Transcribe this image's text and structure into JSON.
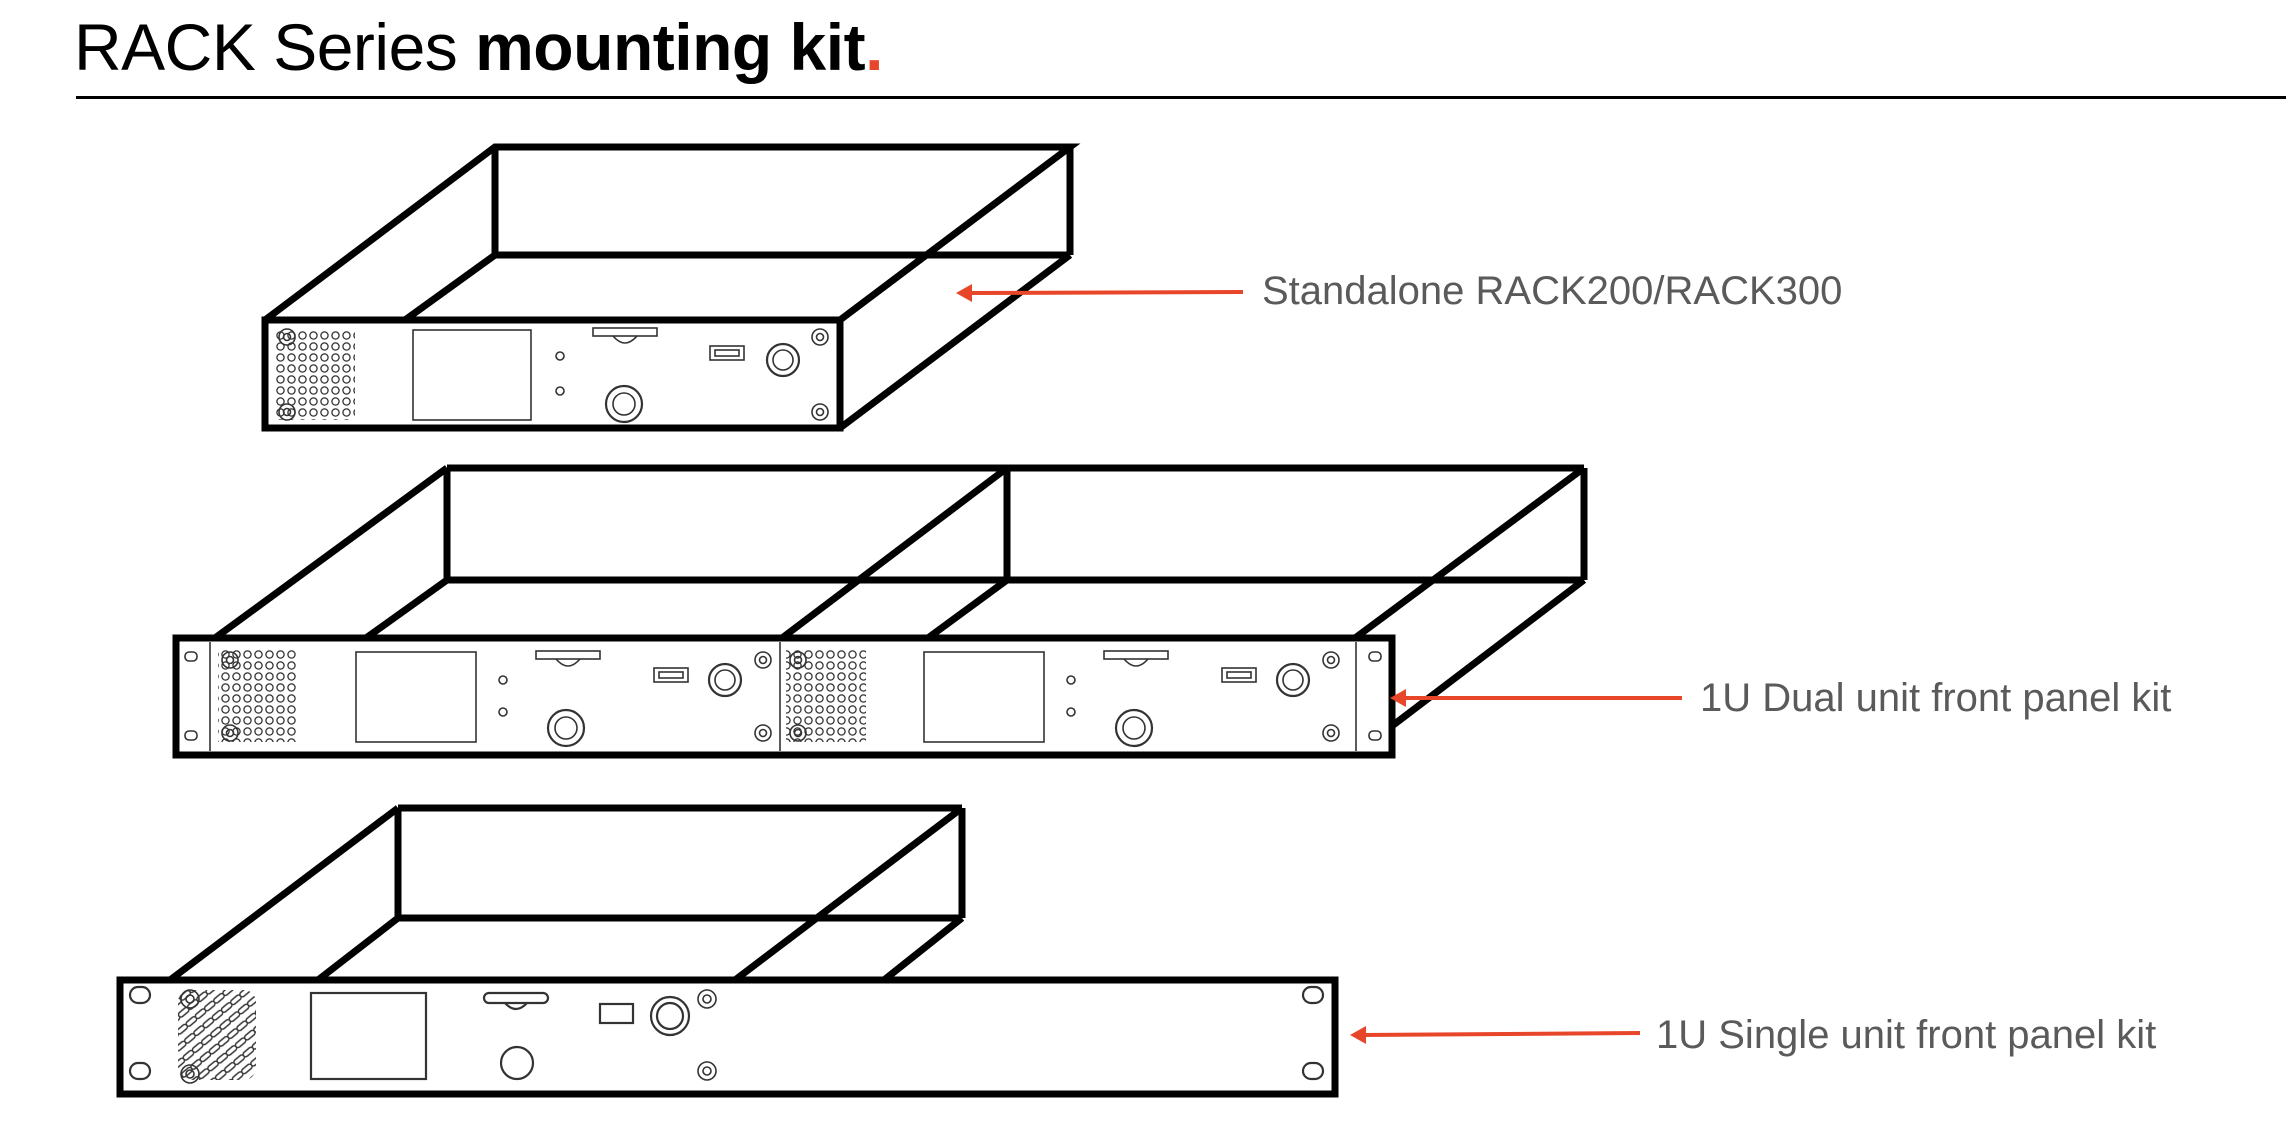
{
  "title": {
    "regular": "RACK Series ",
    "bold": "mounting kit",
    "dot": "."
  },
  "labels": {
    "standalone": "Standalone RACK200/RACK300",
    "dual": "1U Dual unit front panel kit",
    "single": "1U Single unit front panel kit"
  },
  "colors": {
    "accent": "#e8462a",
    "label_text": "#5a5a5a",
    "line": "#000000"
  }
}
